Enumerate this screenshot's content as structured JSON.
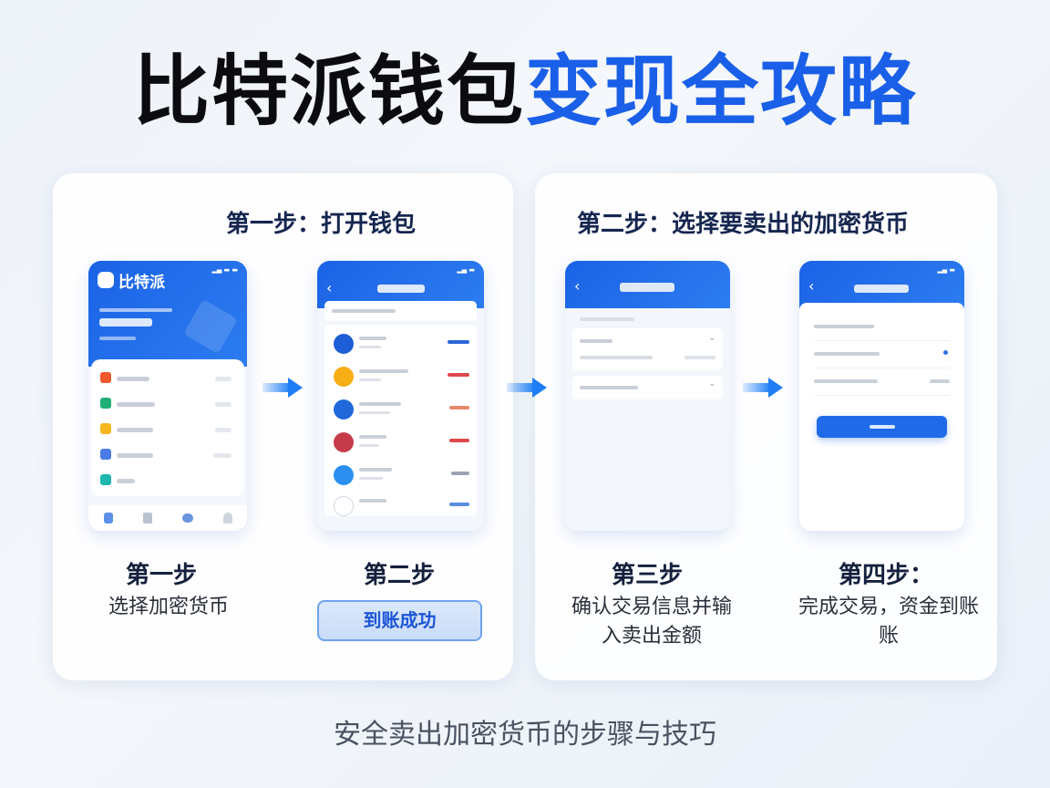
{
  "title": {
    "part_black": "比特派钱包",
    "part_blue": "变现全攻略"
  },
  "panels": [
    {
      "heading": "第一步：打开钱包"
    },
    {
      "heading": "第二步：选择要卖出的加密货币"
    }
  ],
  "phones": [
    {
      "app_name": "比特派",
      "list_items": 5,
      "item_colors": [
        "#f0582d",
        "#1fae76",
        "#f6b71c",
        "#4a7be6",
        "#1fb7b0"
      ],
      "tabbar_icons": [
        "home-icon",
        "wallet-icon",
        "cloud-icon",
        "profile-icon"
      ]
    },
    {
      "coin_colors": [
        "#1e5ed6",
        "#f6ae14",
        "#2169db",
        "#c63b4a",
        "#2a8ff0",
        "#ffffff"
      ],
      "value_colors": [
        "#2a66d8",
        "#e0474c",
        "#e0474c",
        "#e0474c",
        "#9aa3af",
        "#2a66d8"
      ]
    },
    {
      "sections": 2
    },
    {
      "fields": 3,
      "button": true
    }
  ],
  "steps": [
    {
      "title": "第一步",
      "desc": "选择加密货币"
    },
    {
      "title": "第二步",
      "button": "到账成功"
    },
    {
      "title": "第三步",
      "desc_line1": "确认交易信息并输",
      "desc_line2": "入卖出金额"
    },
    {
      "title": "第四步：",
      "desc_line1": "完成交易，资金到账",
      "desc_line2": "账"
    }
  ],
  "subtitle": "安全卖出加密货币的步骤与技巧",
  "colors": {
    "brand_blue": "#1a5fe8",
    "text_dark": "#0b0b10"
  }
}
